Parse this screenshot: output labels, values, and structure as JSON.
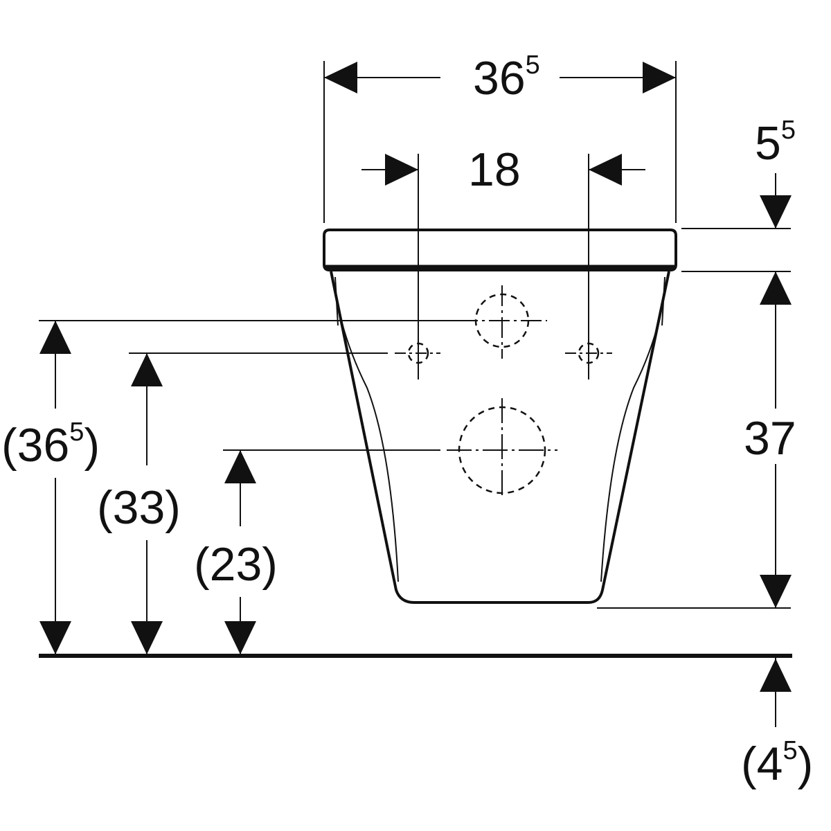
{
  "dimensions": {
    "overall_width": {
      "base": "36",
      "sup": "5"
    },
    "mount_spacing": {
      "base": "18"
    },
    "lid_height": {
      "base": "5",
      "sup": "5"
    },
    "body_height": {
      "base": "37"
    },
    "left_outer": {
      "open": "(",
      "base": "36",
      "sup": "5",
      "close": ")"
    },
    "left_middle": {
      "base": "(33)"
    },
    "left_inner": {
      "base": "(23)"
    },
    "floor_offset": {
      "open": "(",
      "base": "4",
      "sup": "5",
      "close": ")"
    }
  },
  "colors": {
    "line": "#111111",
    "background": "#ffffff"
  }
}
